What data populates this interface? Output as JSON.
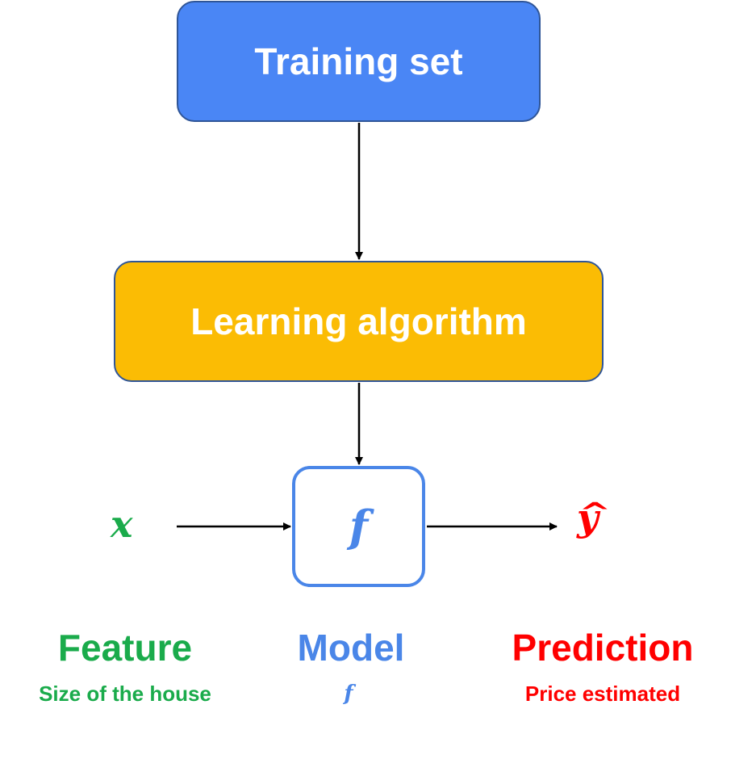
{
  "colors": {
    "training_fill": "#4a86f5",
    "learning_fill": "#fbbc04",
    "model_border": "#4a86e8",
    "box_outline": "#2f5597",
    "feature": "#1aab4b",
    "model": "#4a86e8",
    "prediction": "#ff0000",
    "arrow": "#000000"
  },
  "nodes": {
    "training_set": "Training set",
    "learning_algorithm": "Learning algorithm",
    "model_symbol": "f"
  },
  "variables": {
    "input": "x",
    "output": "y",
    "output_hat": "^"
  },
  "labels": {
    "feature": {
      "title": "Feature",
      "subtitle": "Size of the house"
    },
    "model": {
      "title": "Model",
      "subtitle": "f"
    },
    "prediction": {
      "title": "Prediction",
      "subtitle": "Price estimated"
    }
  },
  "edges": [
    {
      "from": "training_set",
      "to": "learning_algorithm"
    },
    {
      "from": "learning_algorithm",
      "to": "model"
    },
    {
      "from": "input",
      "to": "model"
    },
    {
      "from": "model",
      "to": "output"
    }
  ]
}
